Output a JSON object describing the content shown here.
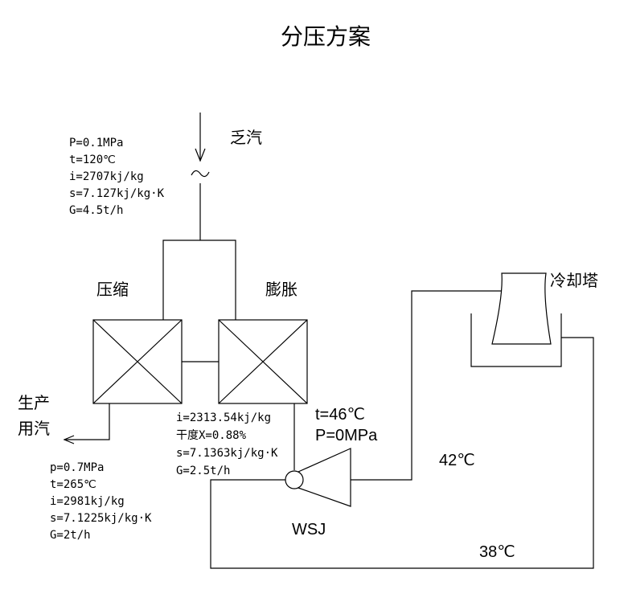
{
  "title": "分压方案",
  "exhaust": {
    "label": "乏汽",
    "params": [
      "P=0.1MPa",
      "t=120℃",
      "i=2707kj/kg",
      "s=7.127kj/kg·K",
      "G=4.5t/h"
    ]
  },
  "compressor": {
    "label": "压缩"
  },
  "expander": {
    "label": "膨胀"
  },
  "cooling_tower": {
    "label": "冷却塔"
  },
  "process_steam": {
    "label_line1": "生产",
    "label_line2": "用汽",
    "params": [
      "p=0.7MPa",
      "t=265℃",
      "i=2981kj/kg",
      "s=7.1225kj/kg·K",
      "G=2t/h"
    ]
  },
  "expander_outlet": {
    "params": [
      "i=2313.54kj/kg",
      "干度X=0.88%",
      "s=7.1363kj/kg·K",
      "G=2.5t/h"
    ]
  },
  "condition": {
    "temp": "t=46℃",
    "pressure": "P=0MPa"
  },
  "wsj": {
    "label": "WSJ"
  },
  "loop": {
    "hot": "42℃",
    "cold": "38℃"
  }
}
